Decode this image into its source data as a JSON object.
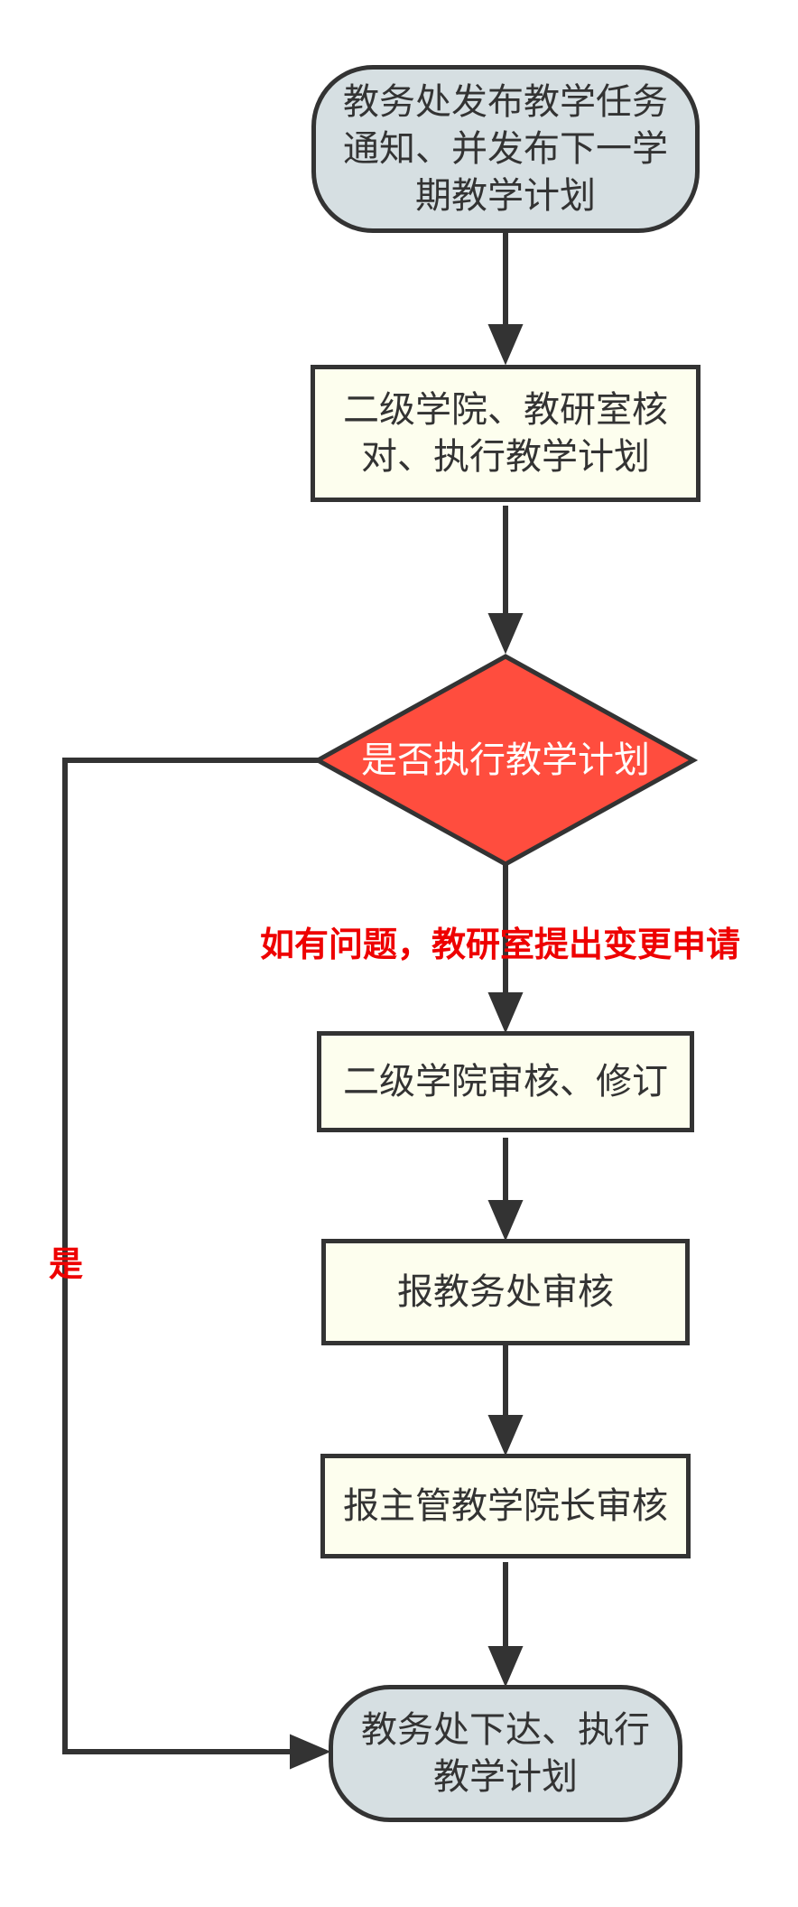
{
  "nodes": {
    "start": {
      "label": "教务处发布教学任务通知、并发布下一学期教学计划"
    },
    "verify": {
      "label": "二级学院、教研室核对、执行教学计划"
    },
    "decision": {
      "label": "是否执行教学计划",
      "fill": "#ff4d3e"
    },
    "review": {
      "label": "二级学院审核、修订"
    },
    "submit_office": {
      "label": "报教务处审核"
    },
    "submit_dean": {
      "label": "报主管教学院长审核"
    },
    "end": {
      "label": "教务处下达、执行教学计划"
    }
  },
  "edges": {
    "no_label": "如有问题，教研室提出变更申请",
    "yes_label": "是"
  },
  "colors": {
    "stroke": "#333333",
    "terminal_fill": "#d6dfe2",
    "process_fill": "#fdfeee",
    "edge_label": "#ee0000"
  }
}
